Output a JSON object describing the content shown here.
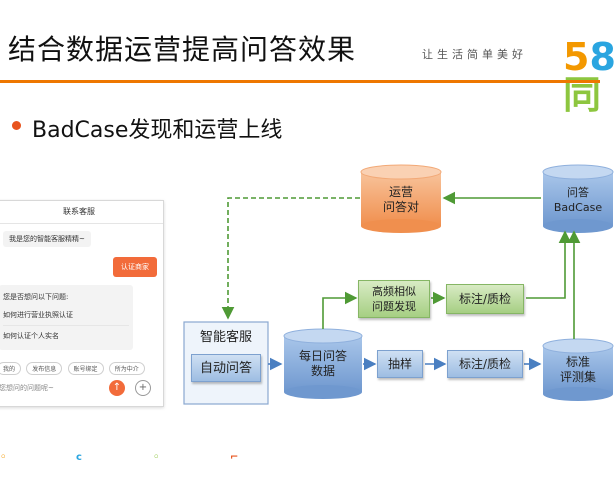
{
  "header": {
    "title": "结合数据运营提高问答效果",
    "slogan": "让生活简单美好",
    "logo": {
      "part1": "5",
      "part2": "8",
      "part3": "同"
    }
  },
  "bullet": {
    "text": "BadCase发现和运营上线"
  },
  "chat": {
    "header": "联系客服",
    "greeting": "我是您的智能客服精精~",
    "user_message": "认证商家",
    "list_intro": "您是否想问以下问题:",
    "options": [
      "如何进行营业执照认证",
      "如何认证个人实名"
    ],
    "chips": [
      "我的",
      "发布信息",
      "账号绑定",
      "所为中介"
    ],
    "input_placeholder": "您想问的问题呢~",
    "send_icon": "↑",
    "plus_icon": "+"
  },
  "diagram": {
    "nodes": {
      "smart_service": "智能客服",
      "auto_qa": "自动问答",
      "daily_qa_1": "每日问答",
      "daily_qa_2": "数据",
      "ops_qa_1": "运营",
      "ops_qa_2": "问答对",
      "badcase_1": "问答",
      "badcase_2": "BadCase",
      "highfreq_1": "高频相似",
      "highfreq_2": "问题发现",
      "label_check_top": "标注/质检",
      "sampling": "抽样",
      "label_check_bottom": "标注/质检",
      "std_eval_1": "标准",
      "std_eval_2": "评测集"
    }
  },
  "colors": {
    "accent_orange": "#ee7700",
    "proc_blue": "#9dbde2",
    "proc_green": "#a6cf83",
    "cylinder_blue": "#7ea6d8",
    "cylinder_orange": "#f4a26a",
    "arrow_blue": "#4a7fc1",
    "arrow_green": "#4f9a35"
  }
}
